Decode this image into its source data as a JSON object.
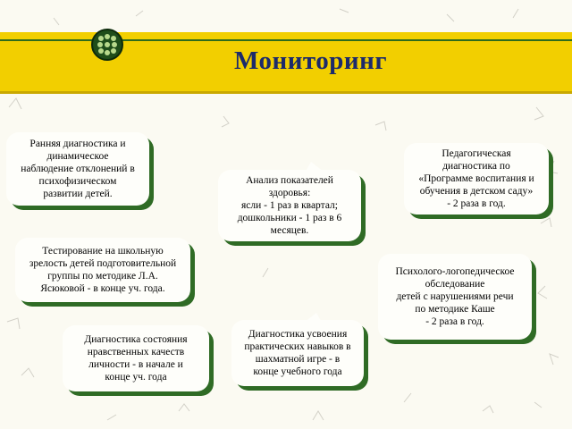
{
  "header": {
    "title": "Мониторинг"
  },
  "colors": {
    "band": "#f2cf00",
    "title": "#1c2a6b",
    "shadow": "#2f6b25",
    "note": "#fefefa"
  },
  "notes": [
    {
      "text": "Ранняя диагностика и\nдинамическое\nнаблюдение отклонений в\nпсихофизическом\nразвитии детей."
    },
    {
      "text": "Анализ показателей\nздоровья:\nясли - 1 раз в квартал;\nдошкольники - 1 раз в 6\nмесяцев."
    },
    {
      "text": "Педагогическая\nдиагностика по\n«Программе воспитания и\nобучения в детском саду»\n- 2 раза в год."
    },
    {
      "text": "Тестирование на школьную\nзрелость детей подготовительной\nгруппы по методике Л.А.\nЯсюковой - в конце уч. года."
    },
    {
      "text": "Психолого-логопедическое\nобследование\nдетей с нарушениями речи\nпо методике Каше\n- 2 раза в год."
    },
    {
      "text": "Диагностика состояния\nнравственных качеств\nличности - в начале и\nконце уч. года"
    },
    {
      "text": "Диагностика усвоения\nпрактических навыков в\nшахматной игре - в\nконце учебного года"
    }
  ]
}
